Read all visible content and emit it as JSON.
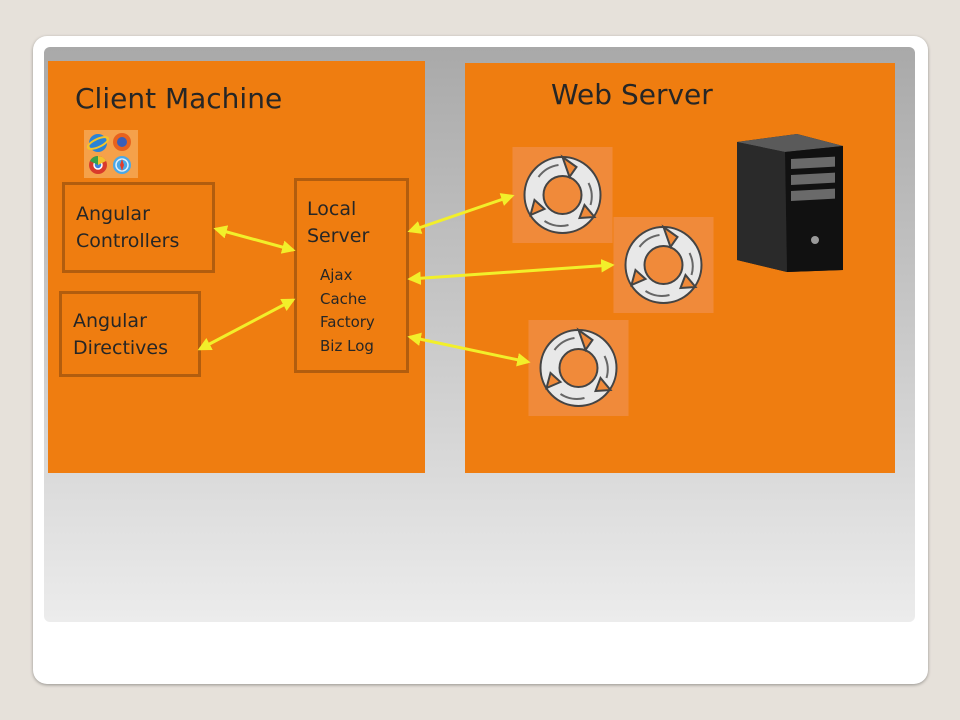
{
  "client": {
    "title": "Client Machine",
    "controllers_label": "Angular\nControllers",
    "directives_label": "Angular\nDirectives",
    "local_server_label": "Local\nServer",
    "local_server_items": [
      "Ajax",
      "Cache",
      "Factory",
      "Biz Log"
    ]
  },
  "server": {
    "title": "Web Server"
  },
  "icons": {
    "browsers": "browsers-icon",
    "cycle": "refresh-cycle-icon",
    "tower": "server-tower-icon"
  },
  "colors": {
    "panel": "#ef7d10",
    "box_border": "#b25d0e",
    "arrow": "#f2ef2a",
    "text": "#262626"
  }
}
